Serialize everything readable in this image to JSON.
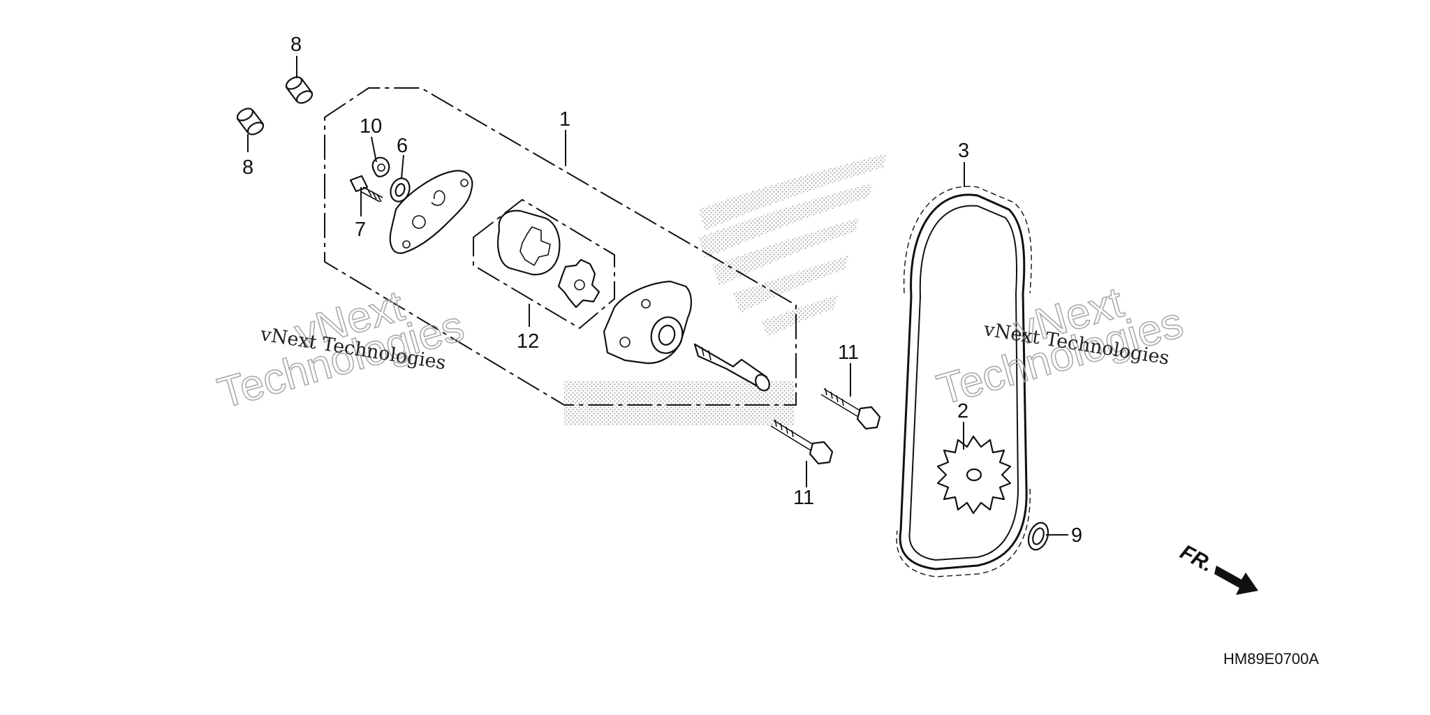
{
  "diagram": {
    "drawing_code": "HM89E0700A",
    "direction_label": "FR.",
    "watermarks": [
      {
        "small": "vNext Technologies",
        "large_line1": "vNext",
        "large_line2": "Technologies"
      },
      {
        "small": "vNext Technologies",
        "large_line1": "vNext",
        "large_line2": "Technologies"
      }
    ],
    "callouts": {
      "c8a": "8",
      "c8b": "8",
      "c10": "10",
      "c6": "6",
      "c7": "7",
      "c1": "1",
      "c12": "12",
      "c3": "3",
      "c11a": "11",
      "c11b": "11",
      "c2": "2",
      "c9": "9"
    }
  }
}
